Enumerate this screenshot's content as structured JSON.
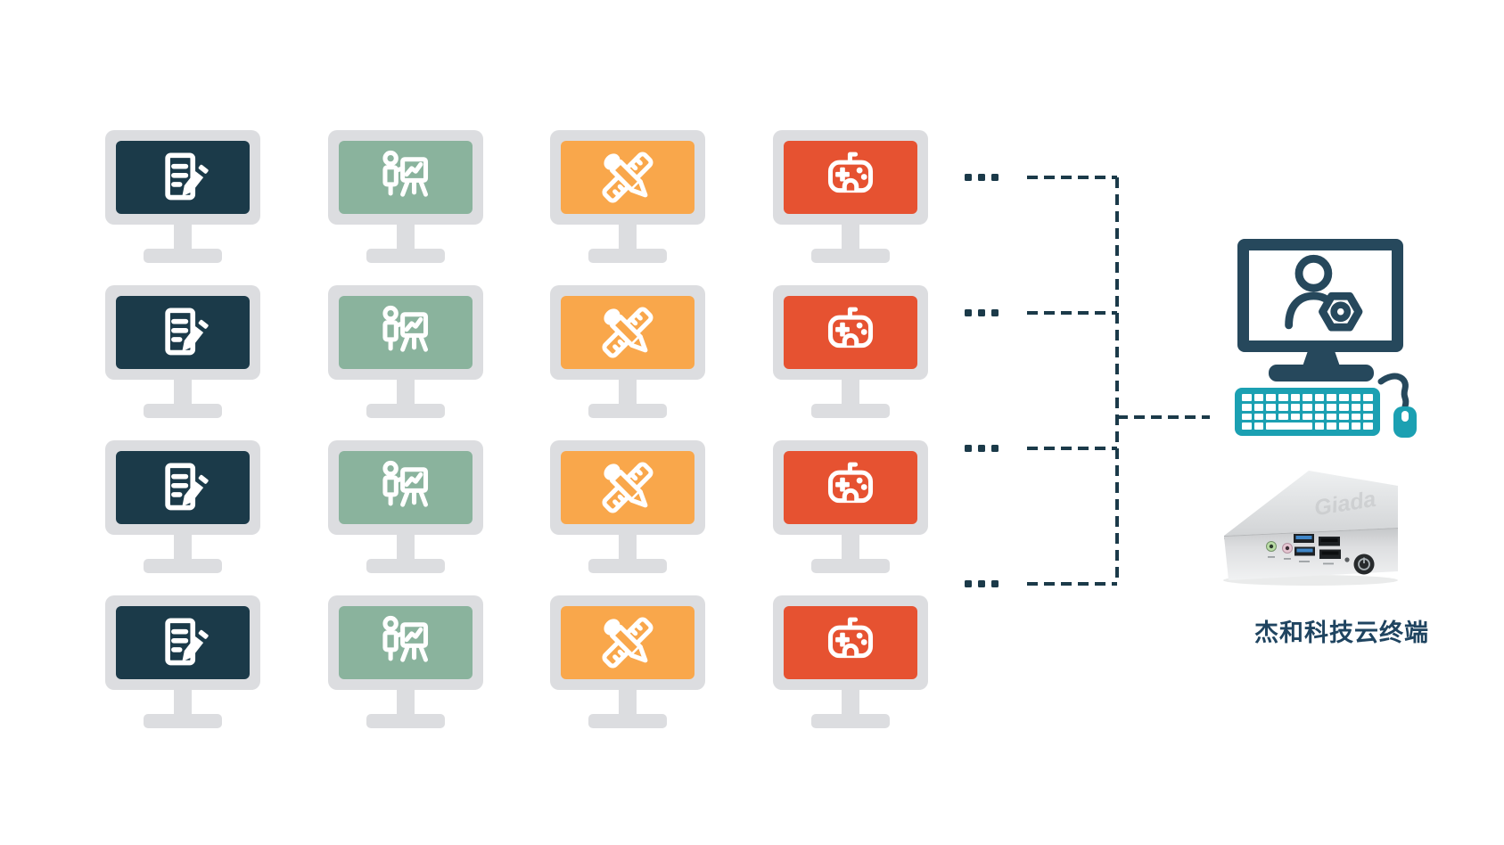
{
  "diagram": {
    "monitor_grid": {
      "rows": 4,
      "bezel_color": "#dcdde0",
      "columns": [
        {
          "name": "office-documents",
          "icon": "document-edit-icon",
          "screen_color": "#1b3a49"
        },
        {
          "name": "presentation",
          "icon": "presentation-chart-icon",
          "screen_color": "#8ab39d"
        },
        {
          "name": "design-tools",
          "icon": "ruler-pencil-icon",
          "screen_color": "#f9a74b"
        },
        {
          "name": "gaming",
          "icon": "gamepad-icon",
          "screen_color": "#e65231"
        }
      ]
    },
    "connections": {
      "ellipsis": "...",
      "style": "dashed",
      "line_color": "#1b3a49"
    },
    "admin_terminal": {
      "monitor_icon": "user-gear-icon",
      "monitor_color": "#26485c",
      "peripheral_color": "#1ba0b2"
    },
    "device": {
      "label": "杰和科技云终端",
      "label_color": "#1f4460",
      "logo_text": "Giada"
    }
  }
}
